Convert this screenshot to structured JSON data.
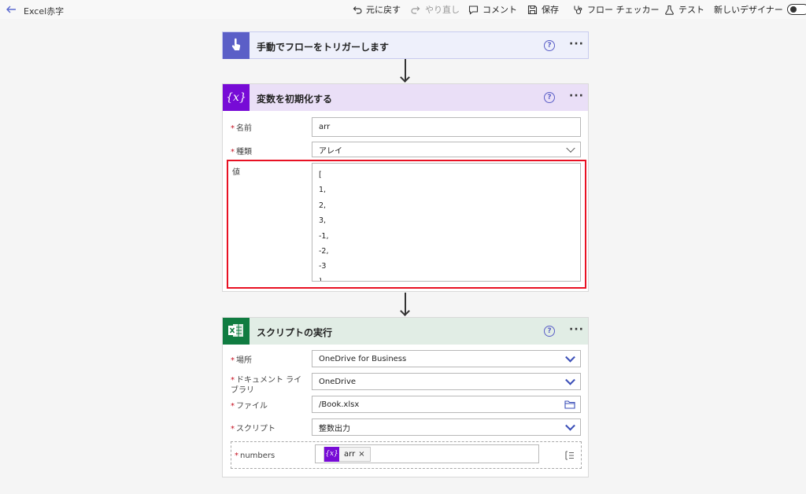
{
  "app": {
    "title": "Excel赤字"
  },
  "toolbar": {
    "undo": "元に戻す",
    "redo": "やり直し",
    "comment": "コメント",
    "save": "保存",
    "flow_checker": "フロー チェッカー",
    "test": "テスト",
    "new_designer": "新しいデザイナー"
  },
  "trigger": {
    "title": "手動でフローをトリガーします",
    "help": "?",
    "more": "···"
  },
  "init_var": {
    "title": "変数を初期化する",
    "help": "?",
    "more": "···",
    "name_label": "名前",
    "name_value": "arr",
    "type_label": "種類",
    "type_value": "アレイ",
    "value_label": "値",
    "value_lines": [
      "[",
      "1,",
      "2,",
      "3,",
      "-1,",
      "-2,",
      "-3",
      "]"
    ]
  },
  "run_script": {
    "title": "スクリプトの実行",
    "help": "?",
    "more": "···",
    "location_label": "場所",
    "location_value": "OneDrive for Business",
    "library_label": "ドキュメント ライブラリ",
    "library_value": "OneDrive",
    "file_label": "ファイル",
    "file_value": "/Book.xlsx",
    "script_label": "スクリプト",
    "script_value": "整数出力",
    "numbers_label": "numbers",
    "token_label": "arr",
    "token_close": "×"
  },
  "colors": {
    "trigger_accent": "#5b5fc7",
    "variable_accent": "#770bd6",
    "excel_accent": "#107c41",
    "highlight": "#e81123"
  }
}
